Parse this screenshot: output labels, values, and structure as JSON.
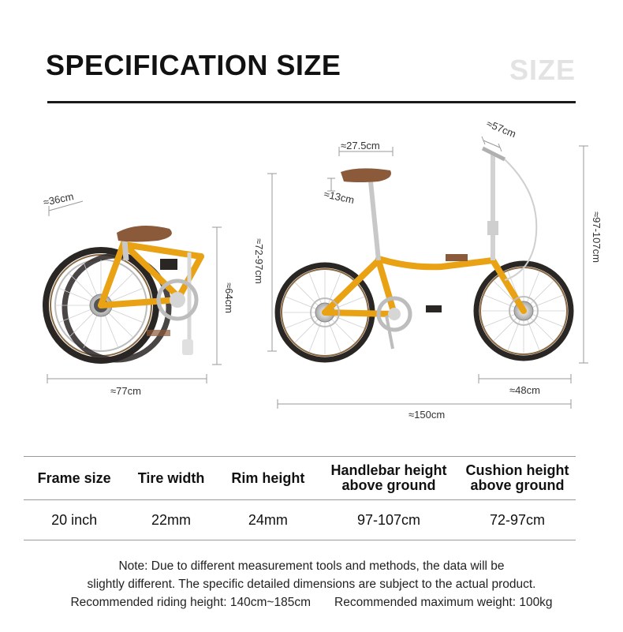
{
  "header": {
    "title": "SPECIFICATION SIZE",
    "subtitle": "SIZE"
  },
  "folded": {
    "handle_width": "≈36cm",
    "height": "≈64cm",
    "length": "≈77cm"
  },
  "unfolded": {
    "saddle_length": "≈27.5cm",
    "saddle_width": "≈13cm",
    "handlebar_width": "≈57cm",
    "seat_height": "≈72-97cm",
    "handlebar_height": "≈97-107cm",
    "length": "≈150cm",
    "wheel_diameter": "≈48cm"
  },
  "colors": {
    "frame": "#e8a214",
    "tire": "#2a2624",
    "tire_wall": "#8a6a44",
    "saddle": "#8b5a3a",
    "chrome": "#c8c8c8"
  },
  "table": {
    "headers": [
      "Frame size",
      "Tire width",
      "Rim height",
      "Handlebar height above ground",
      "Cushion height above ground"
    ],
    "values": [
      "20 inch",
      "22mm",
      "24mm",
      "97-107cm",
      "72-97cm"
    ]
  },
  "note": {
    "line1": "Note: Due to different measurement tools and methods, the data will be",
    "line2": "slightly different. The specific detailed dimensions are subject to the actual product.",
    "riding_height": "Recommended riding height: 140cm~185cm",
    "max_weight": "Recommended maximum weight: 100kg"
  }
}
